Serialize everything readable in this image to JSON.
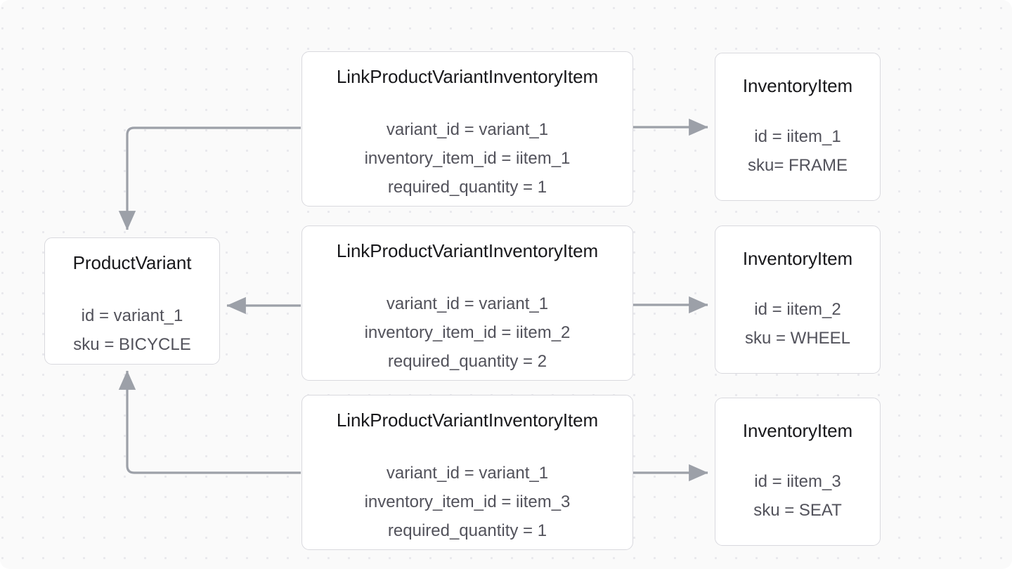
{
  "diagram": {
    "background_color": "#fafafa",
    "dot_color": "#e8e8ec",
    "edge_color": "#9ca0a8",
    "node_border_color": "#d9d9de",
    "node_fill_color": "#ffffff",
    "title_color": "#18181b",
    "attr_color": "#52525b"
  },
  "nodes": {
    "product_variant": {
      "title": "ProductVariant",
      "attrs": [
        "id = variant_1",
        "sku = BICYCLE"
      ]
    },
    "links": [
      {
        "title": "LinkProductVariantInventoryItem",
        "attrs": [
          "variant_id = variant_1",
          "inventory_item_id = iitem_1",
          "required_quantity = 1"
        ]
      },
      {
        "title": "LinkProductVariantInventoryItem",
        "attrs": [
          "variant_id = variant_1",
          "inventory_item_id = iitem_2",
          "required_quantity = 2"
        ]
      },
      {
        "title": "LinkProductVariantInventoryItem",
        "attrs": [
          "variant_id = variant_1",
          "inventory_item_id = iitem_3",
          "required_quantity = 1"
        ]
      }
    ],
    "inventory_items": [
      {
        "title": "InventoryItem",
        "attrs": [
          "id = iitem_1",
          "sku= FRAME"
        ]
      },
      {
        "title": "InventoryItem",
        "attrs": [
          "id = iitem_2",
          "sku = WHEEL"
        ]
      },
      {
        "title": "InventoryItem",
        "attrs": [
          "id = iitem_3",
          "sku = SEAT"
        ]
      }
    ]
  },
  "edges": [
    {
      "name": "link-1-to-product-variant",
      "from": "link_1",
      "to": "product_variant",
      "direction": "left-then-down"
    },
    {
      "name": "link-2-to-product-variant",
      "from": "link_2",
      "to": "product_variant",
      "direction": "left"
    },
    {
      "name": "link-3-to-product-variant",
      "from": "link_3",
      "to": "product_variant",
      "direction": "left-then-up"
    },
    {
      "name": "link-1-to-inventory-item-1",
      "from": "link_1",
      "to": "inventory_item_1",
      "direction": "right"
    },
    {
      "name": "link-2-to-inventory-item-2",
      "from": "link_2",
      "to": "inventory_item_2",
      "direction": "right"
    },
    {
      "name": "link-3-to-inventory-item-3",
      "from": "link_3",
      "to": "inventory_item_3",
      "direction": "right"
    }
  ]
}
